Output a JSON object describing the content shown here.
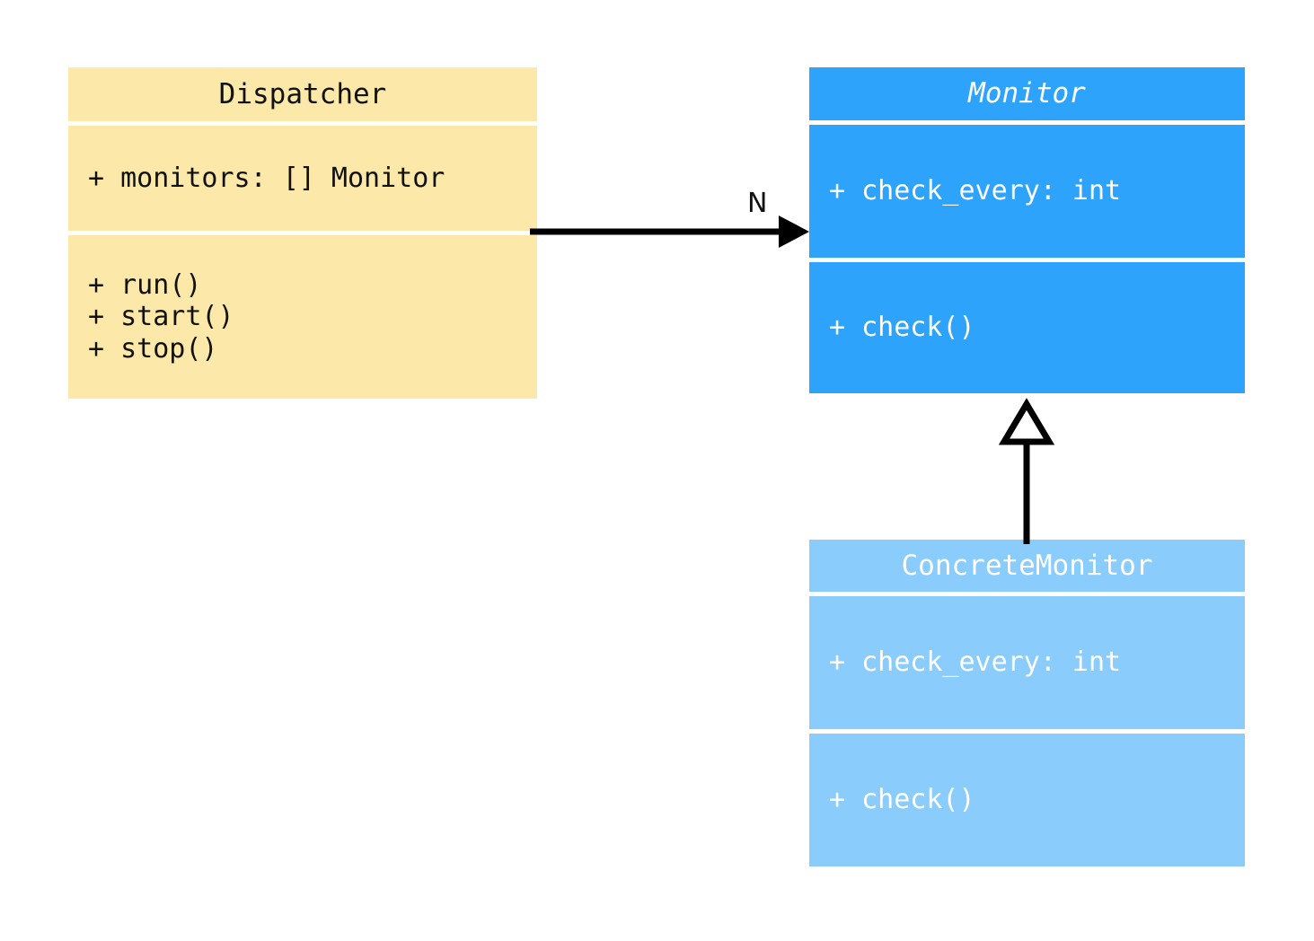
{
  "diagram": {
    "type": "uml-class-diagram",
    "background": "#ffffff",
    "classes": [
      {
        "id": "dispatcher",
        "name": "Dispatcher",
        "abstract": false,
        "fill": "#fce8a8",
        "text_color": "#111111",
        "attributes": [
          "+ monitors: [] Monitor"
        ],
        "operations": [
          "+ run()",
          "+ start()",
          "+ stop()"
        ]
      },
      {
        "id": "monitor",
        "name": "Monitor",
        "abstract": true,
        "fill": "#2ea3fb",
        "text_color": "#ffffff",
        "attributes": [
          "+ check_every: int"
        ],
        "operations": [
          "+ check()"
        ]
      },
      {
        "id": "concrete_monitor",
        "name": "ConcreteMonitor",
        "abstract": false,
        "fill": "#8acdfd",
        "text_color": "#ffffff",
        "attributes": [
          "+ check_every: int"
        ],
        "operations": [
          "+ check()"
        ]
      }
    ],
    "relationships": [
      {
        "id": "dispatcher-monitor-association",
        "kind": "association",
        "arrowhead": "filled-arrow",
        "from": "Dispatcher",
        "to": "Monitor",
        "label": "N",
        "color": "#000000"
      },
      {
        "id": "concrete-monitor-generalization",
        "kind": "generalization",
        "arrowhead": "hollow-triangle",
        "from": "ConcreteMonitor",
        "to": "Monitor",
        "label": "",
        "color": "#000000"
      }
    ]
  }
}
